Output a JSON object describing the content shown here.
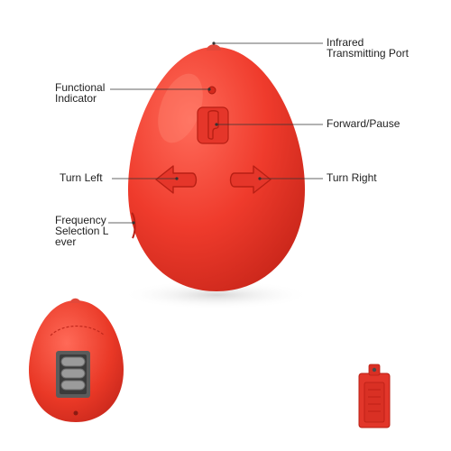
{
  "colors": {
    "body": "#ef3b2c",
    "body_dark": "#c9261a",
    "highlight": "#ff7a66",
    "leader_line": "#333333",
    "battery": "#8a8a8a"
  },
  "callouts": {
    "infrared_port": "Infrared\nTransmitting Port",
    "functional_indicator": "Functional\nIndicator",
    "forward_pause": "Forward/Pause",
    "turn_left": "Turn Left",
    "turn_right": "Turn Right",
    "frequency_lever": "Frequency\nSelection L\never"
  }
}
